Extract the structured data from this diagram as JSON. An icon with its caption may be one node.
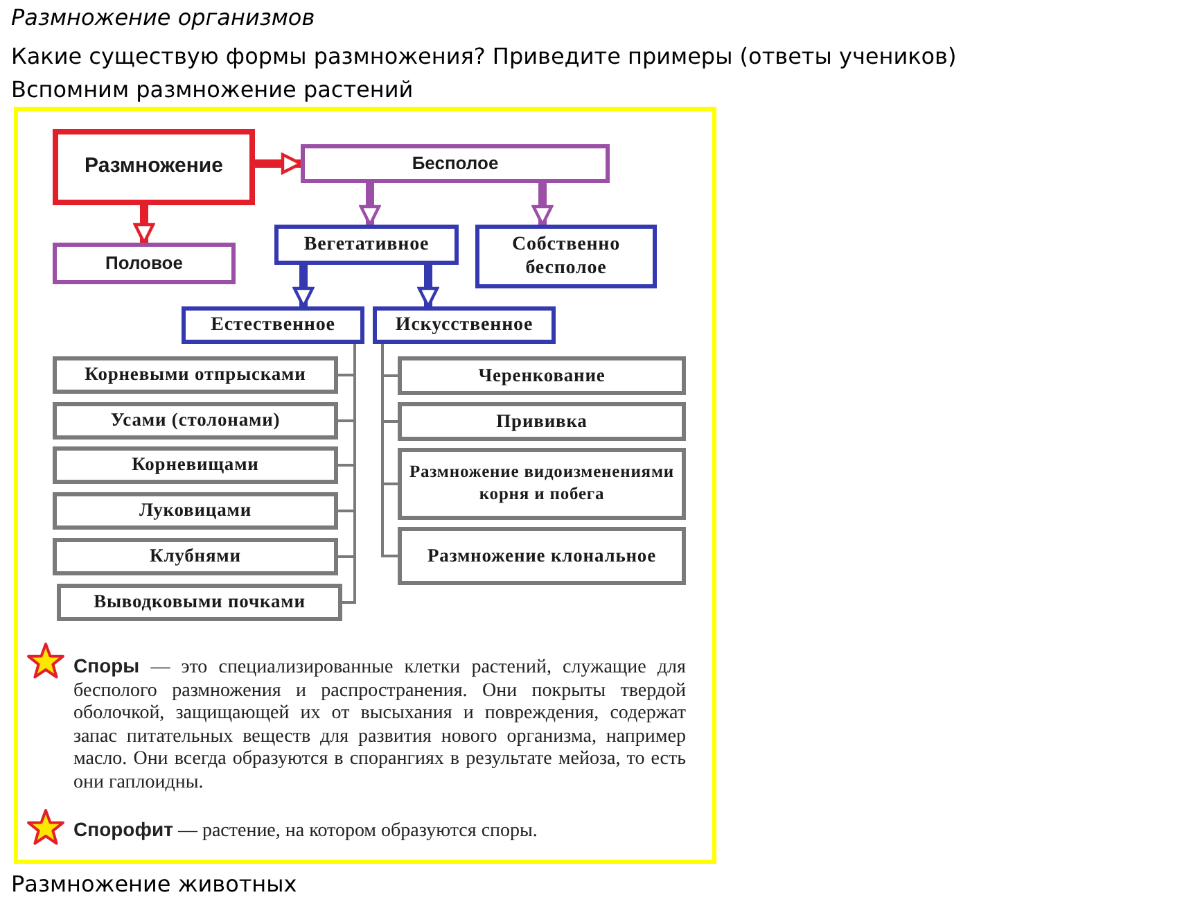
{
  "diagram": {
    "title": "Размножение организмов",
    "nodes": [
      {
        "text": [
          "Размножение"
        ]
      },
      {
        "text": [
          "Бесполое"
        ]
      },
      {
        "text": [
          "Половое"
        ]
      },
      {
        "text": [
          "Вегетативное"
        ]
      },
      {
        "text": [
          "Собственно бесполое"
        ]
      },
      {
        "text": [
          "Естественное"
        ]
      },
      {
        "text": [
          "Искусственное"
        ]
      },
      {
        "text": [
          "Корневыми отпрысками"
        ]
      },
      {
        "text": [
          "Усами (столонами)"
        ]
      },
      {
        "text": [
          "Корневищами"
        ]
      },
      {
        "text": [
          "Луковицами"
        ]
      },
      {
        "text": [
          "Клубнями"
        ]
      },
      {
        "text": [
          "Выводковыми почками"
        ]
      },
      {
        "text": [
          "Черенкование"
        ]
      },
      {
        "text": [
          "Прививка"
        ]
      },
      {
        "text": [
          "Размножение видоизменениями корня и побега"
        ]
      },
      {
        "text": [
          "Размножение клональное"
        ]
      }
    ],
    "edges": [
      {
        "from": 0,
        "to": 1,
        "arrow": "to",
        "style": "thick",
        "color": "#e3202a"
      },
      {
        "from": 0,
        "to": 2,
        "arrow": "to",
        "style": "thick",
        "color": "#e3202a"
      },
      {
        "from": 1,
        "to": 3,
        "arrow": "to",
        "style": "thick",
        "color": "#9b4fa6"
      },
      {
        "from": 1,
        "to": 4,
        "arrow": "to",
        "style": "thick",
        "color": "#9b4fa6"
      },
      {
        "from": 3,
        "to": 5,
        "arrow": "to",
        "style": "thick",
        "color": "#3539b0"
      },
      {
        "from": 3,
        "to": 6,
        "arrow": "to",
        "style": "thick",
        "color": "#3539b0"
      },
      {
        "from": 5,
        "to": 7,
        "arrow": "none"
      },
      {
        "from": 5,
        "to": 8,
        "arrow": "none"
      },
      {
        "from": 5,
        "to": 9,
        "arrow": "none"
      },
      {
        "from": 5,
        "to": 10,
        "arrow": "none"
      },
      {
        "from": 5,
        "to": 11,
        "arrow": "none"
      },
      {
        "from": 5,
        "to": 12,
        "arrow": "none"
      },
      {
        "from": 6,
        "to": 13,
        "arrow": "none"
      },
      {
        "from": 6,
        "to": 14,
        "arrow": "none"
      },
      {
        "from": 6,
        "to": 15,
        "arrow": "none"
      },
      {
        "from": 6,
        "to": 16,
        "arrow": "none"
      }
    ],
    "labels": [
      "Какие существую формы размножения? Приведите примеры (ответы учеников)",
      "Вспомним размножение растений",
      "**Споры** — это специализированные клетки растений, служащие для бесполого размножения и распространения. Они покрыты твердой оболочкой, защищающей их от высыхания и повреждения, содержат запас питательных веществ для развития нового организма, например масло. Они всегда образуются в спорангиях в результате мейоза, то есть они гаплоидны.",
      "**Спорофит** — растение, на котором образуются споры.",
      "Размножение животных"
    ]
  }
}
